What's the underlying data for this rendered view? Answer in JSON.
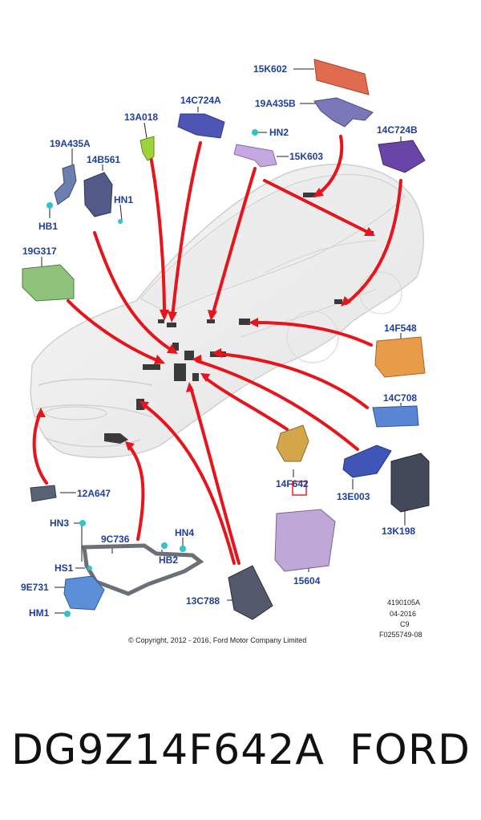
{
  "labels": {
    "l15K602": "15K602",
    "l19A435B": "19A435B",
    "l14C724A": "14C724A",
    "l13A018": "13A018",
    "lHN2": "HN2",
    "l15K603": "15K603",
    "l14C724B": "14C724B",
    "l19A435A": "19A435A",
    "l14B561": "14B561",
    "lHN1": "HN1",
    "lHB1": "HB1",
    "l19G317": "19G317",
    "l14F548": "14F548",
    "l14C708": "14C708",
    "l14F642": "14F642",
    "l13E003": "13E003",
    "l13K198": "13K198",
    "l12A647": "12A647",
    "lHN3": "HN3",
    "l9C736": "9C736",
    "lHN4": "HN4",
    "lHB2": "HB2",
    "lHS1": "HS1",
    "l9E731": "9E731",
    "lHM1": "HM1",
    "l15604": "15604",
    "l13C788": "13C788"
  },
  "meta": {
    "ref1": "4190105A",
    "ref2": "04-2016",
    "ref3": "C9",
    "ref4": "F0255749-08",
    "copyright": "© Copyright, 2012 - 2016, Ford Motor Company Limited"
  },
  "part_number": "DG9Z14F642A",
  "brand": "FORD",
  "colors": {
    "label": "#1f3f9e",
    "arrow": "#e8141b",
    "highlight": "#e8141b"
  }
}
